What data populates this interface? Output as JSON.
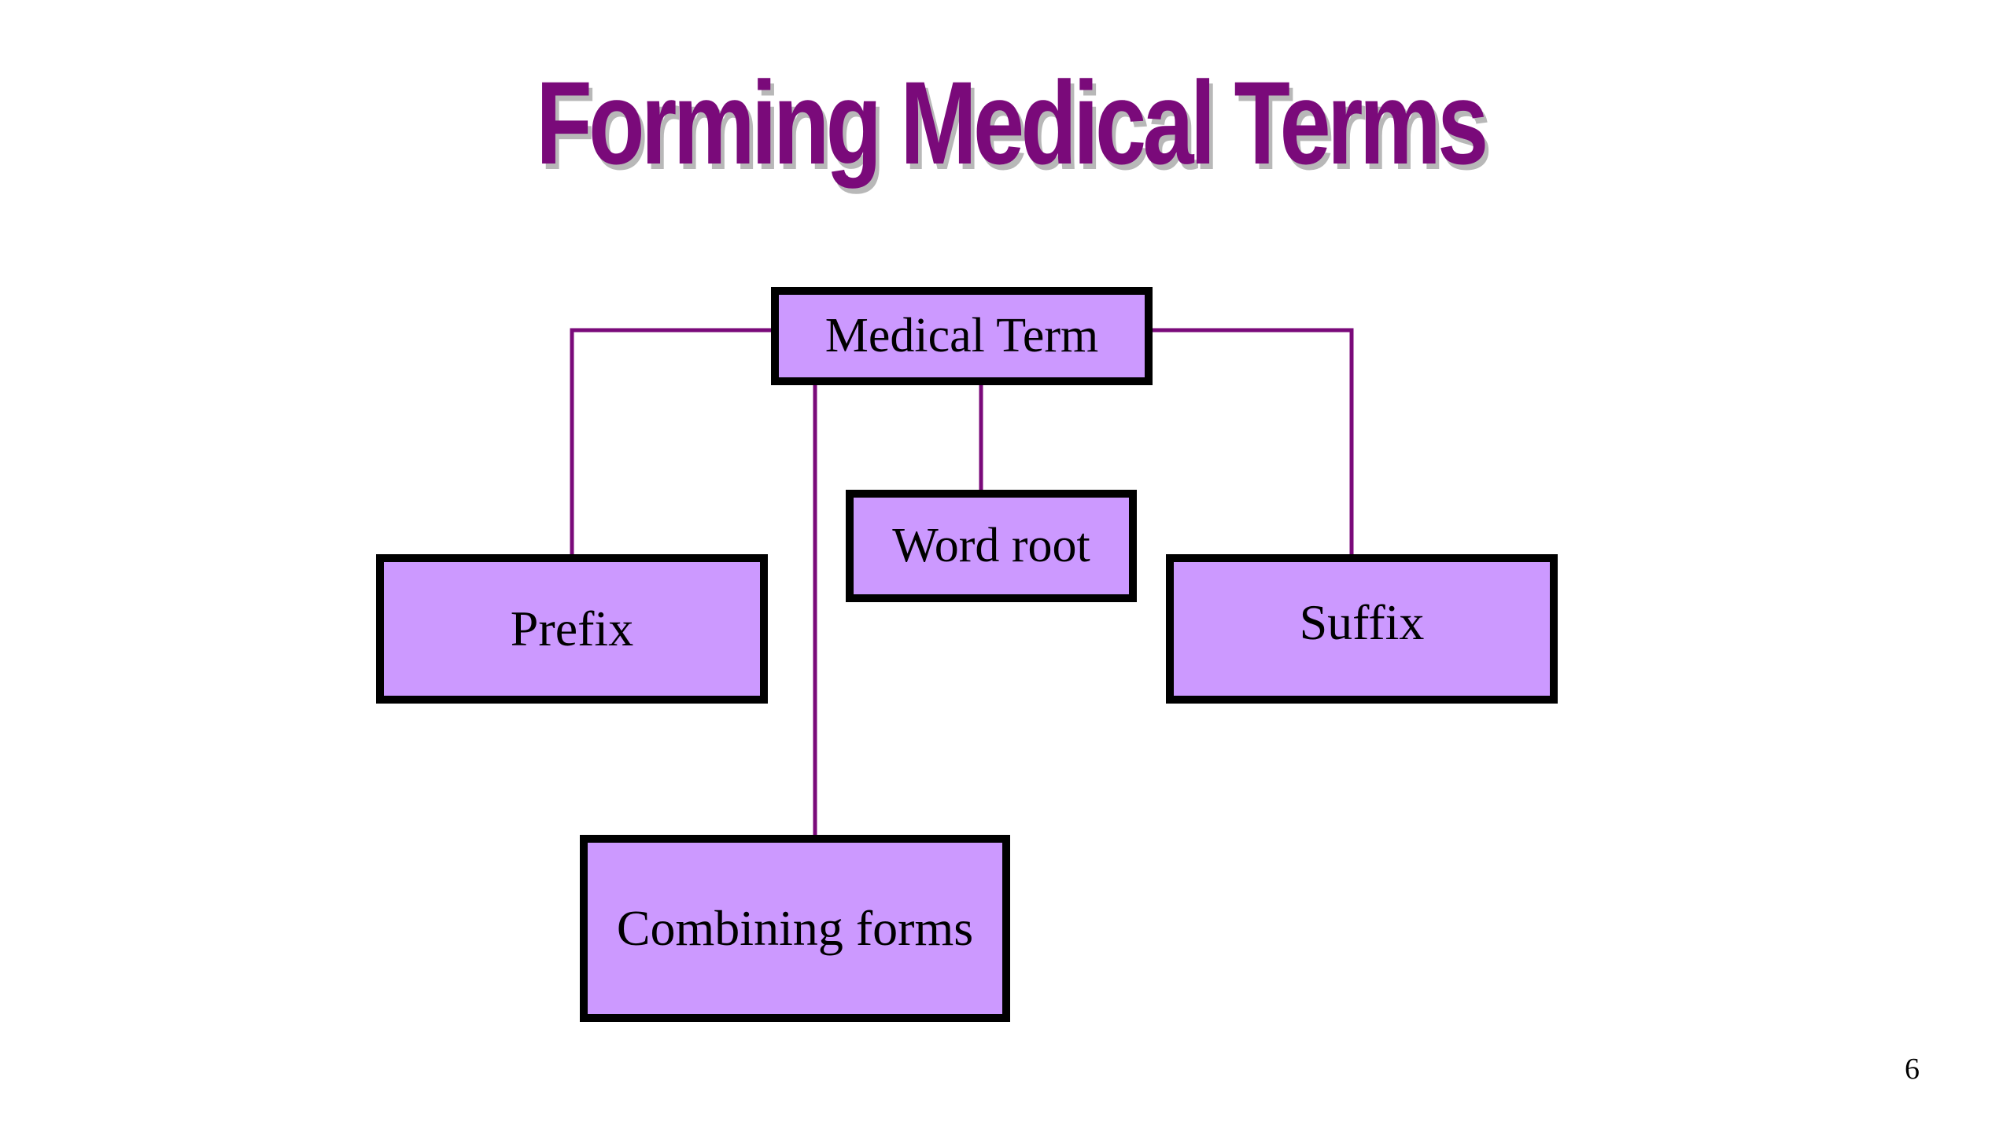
{
  "slide": {
    "title": "Forming Medical Terms",
    "page_number": "6"
  },
  "diagram": {
    "root": "Medical Term",
    "children": [
      "Prefix",
      "Word root",
      "Suffix",
      "Combining forms"
    ]
  },
  "colors": {
    "title": "#7a0a7a",
    "title_shadow": "#b8b8b8",
    "box_fill": "#cc99ff",
    "box_border": "#000000",
    "connector": "#7a0a7a"
  }
}
